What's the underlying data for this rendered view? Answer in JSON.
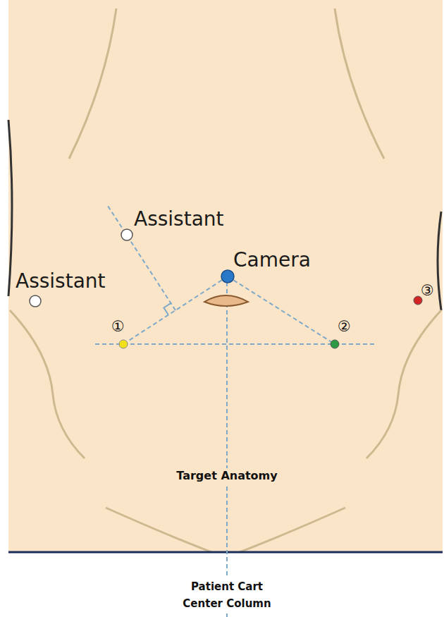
{
  "diagram": {
    "labels": [
      "Assistant",
      "Assistant",
      "Camera",
      "①",
      "②",
      "③",
      "Target Anatomy",
      "Patient Cart Center Column"
    ]
  }
}
